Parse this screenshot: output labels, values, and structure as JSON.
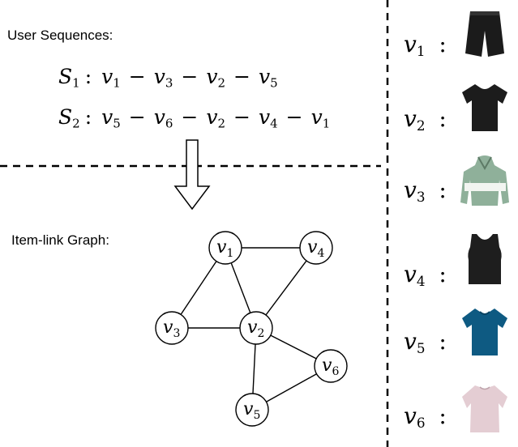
{
  "seq_label": "User Sequences:",
  "graph_label": "Item-link Graph:",
  "sequences": [
    {
      "name": "S",
      "sub": "1",
      "items": [
        "1",
        "3",
        "2",
        "5"
      ]
    },
    {
      "name": "S",
      "sub": "2",
      "items": [
        "5",
        "6",
        "2",
        "4",
        "1"
      ]
    }
  ],
  "graph": {
    "nodes": [
      {
        "id": "1",
        "label": "v",
        "sub": "1"
      },
      {
        "id": "4",
        "label": "v",
        "sub": "4"
      },
      {
        "id": "3",
        "label": "v",
        "sub": "3"
      },
      {
        "id": "2",
        "label": "v",
        "sub": "2"
      },
      {
        "id": "6",
        "label": "v",
        "sub": "6"
      },
      {
        "id": "5",
        "label": "v",
        "sub": "5"
      }
    ],
    "edges": [
      [
        "1",
        "4"
      ],
      [
        "1",
        "3"
      ],
      [
        "1",
        "2"
      ],
      [
        "4",
        "2"
      ],
      [
        "3",
        "2"
      ],
      [
        "2",
        "6"
      ],
      [
        "2",
        "5"
      ],
      [
        "6",
        "5"
      ]
    ]
  },
  "legend": [
    {
      "label": "v",
      "sub": "1",
      "garment": "black-shorts",
      "color": "#1b1b1b"
    },
    {
      "label": "v",
      "sub": "2",
      "garment": "black-tshirt",
      "color": "#1c1c1c"
    },
    {
      "label": "v",
      "sub": "3",
      "garment": "green-hoodie",
      "color": "#8fb09a"
    },
    {
      "label": "v",
      "sub": "4",
      "garment": "black-tank-top",
      "color": "#1e1e1e"
    },
    {
      "label": "v",
      "sub": "5",
      "garment": "blue-tshirt",
      "color": "#0e5a82"
    },
    {
      "label": "v",
      "sub": "6",
      "garment": "pink-blouse",
      "color": "#e4cdd3"
    }
  ]
}
